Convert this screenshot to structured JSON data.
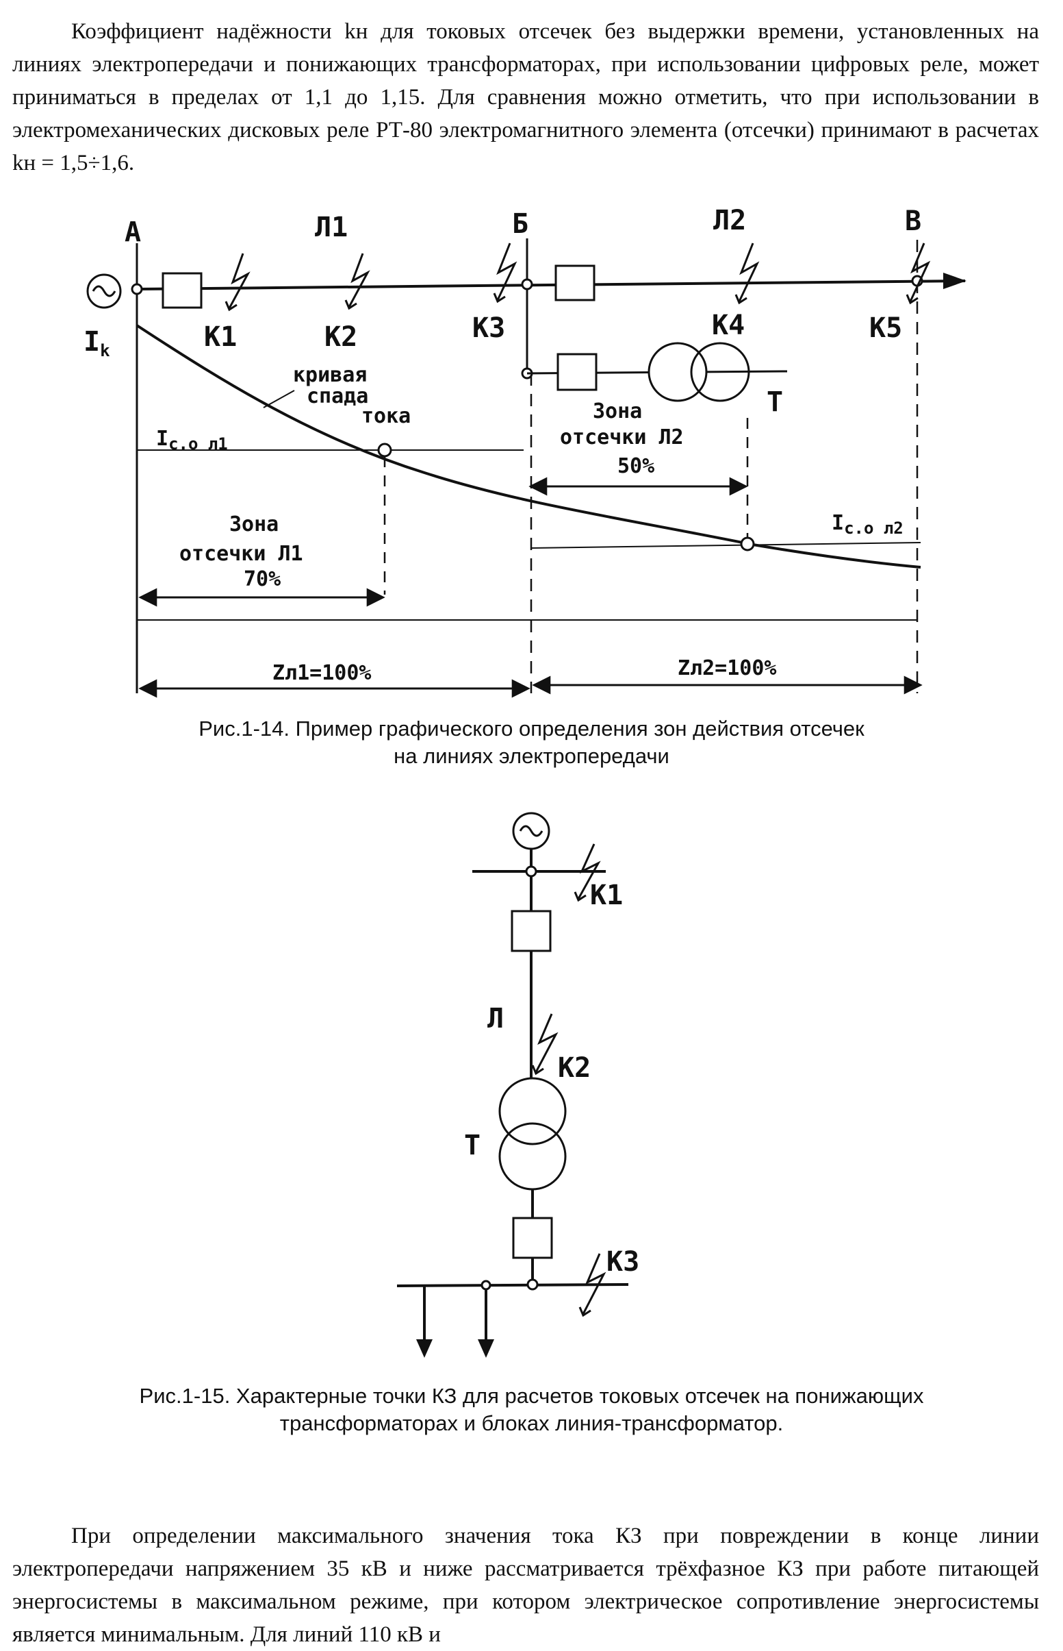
{
  "text": {
    "paragraph_top": "Коэффициент надёжности kн для токовых отсечек без выдержки времени, установленных на линиях электропередачи и понижающих трансформаторах, при использовании цифровых реле, может приниматься в пределах от 1,1 до 1,15. Для сравнения можно отметить, что при использовании в электромеханических дисковых реле РТ-80 электромагнитного элемента (отсечки) принимают в расчетах kн = 1,5÷1,6.",
    "paragraph_bottom": "При определении максимального значения тока КЗ при повреждении в конце линии электропередачи напряжением 35 кВ и ниже рассматривается трёхфазное КЗ при работе питающей энергосистемы в максимальном режиме, при котором электрическое сопротивление энергосистемы является минимальным. Для линий 110 кВ и"
  },
  "figure1": {
    "caption_line1": "Рис.1-14. Пример графического определения зон действия отсечек",
    "caption_line2": "на линиях электропередачи",
    "labels": {
      "bus_a": "А",
      "bus_b": "Б",
      "bus_v": "В",
      "line_1": "Л1",
      "line_2": "Л2",
      "k1": "К1",
      "k2": "К2",
      "k3": "К3",
      "k4": "К4",
      "k5": "К5",
      "ik_main": "I",
      "ik_sub": "k",
      "transformer": "Т",
      "curve_1": "кривая",
      "curve_2": "спада",
      "curve_3": "тока",
      "ico1_main": "I",
      "ico1_sub": "с.о л1",
      "ico2_main": "I",
      "ico2_sub": "с.о л2",
      "zone1_1": "Зона",
      "zone1_2": "отсечки Л1",
      "zone1_pct": "70%",
      "zone2_1": "Зона",
      "zone2_2": "отсечки Л2",
      "zone2_pct": "50%",
      "z1": "Zл1=100%",
      "z2": "Zл2=100%"
    }
  },
  "figure2": {
    "caption_line1": "Рис.1-15. Характерные точки КЗ для расчетов токовых отсечек на понижающих",
    "caption_line2": "трансформаторах и блоках линия-трансформатор.",
    "labels": {
      "k1": "К1",
      "k2": "К2",
      "k3": "К3",
      "line": "Л",
      "transformer": "Т"
    }
  }
}
